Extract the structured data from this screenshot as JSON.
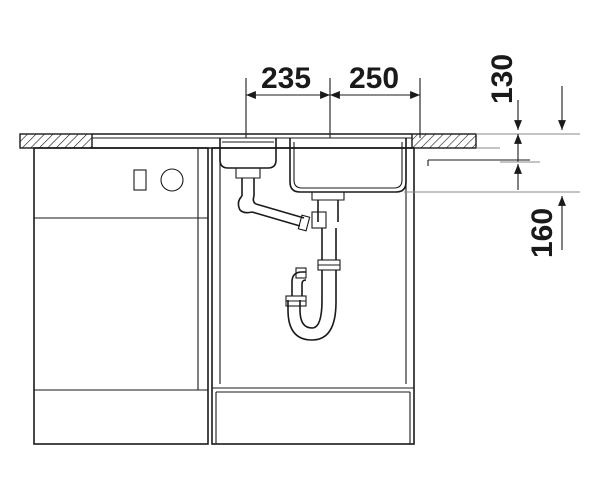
{
  "dimensions": {
    "bowl_left_width": "235",
    "bowl_right_width": "250",
    "depth_top": "130",
    "depth_bottom": "160"
  },
  "colors": {
    "line": "#1a1a1a",
    "background": "#ffffff",
    "hatch": "#1a1a1a"
  }
}
